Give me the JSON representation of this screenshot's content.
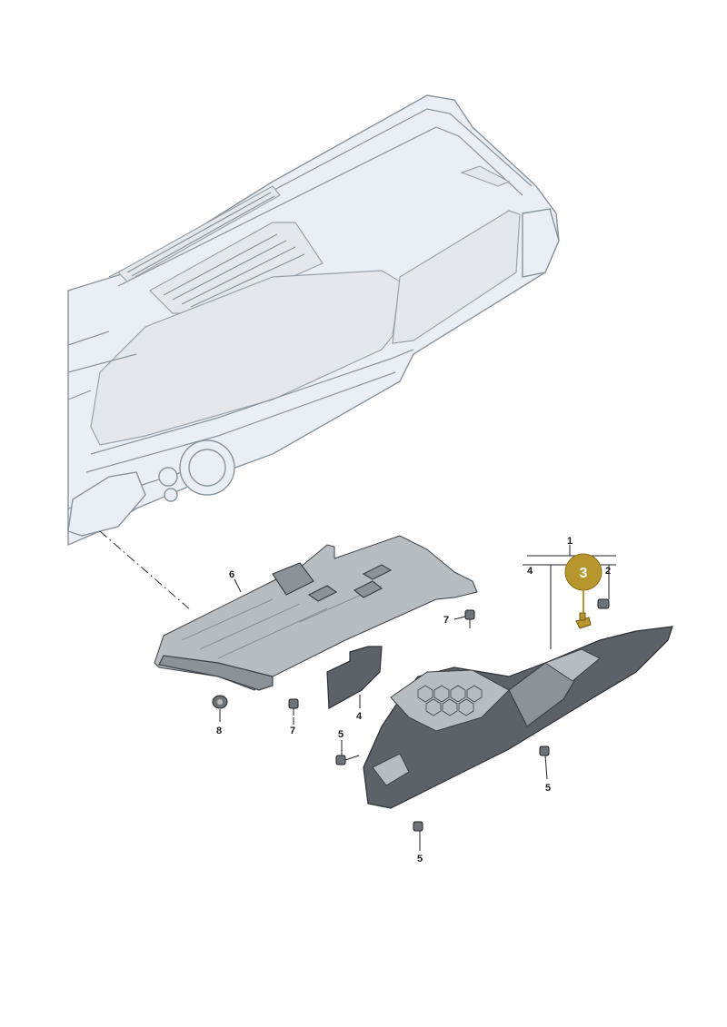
{
  "callouts": {
    "c1": "1",
    "c2": "2",
    "c3": "3",
    "c4a": "4",
    "c4b": "4",
    "c5a": "5",
    "c5b": "5",
    "c5c": "5",
    "c6": "6",
    "c7a": "7",
    "c7b": "7",
    "c8": "8"
  },
  "highlight": {
    "part_number": "3",
    "color": "#b8962e"
  },
  "colors": {
    "dashboard_fill": "#e9eff4",
    "dashboard_outline": "#8a949c",
    "part_dark": "#5c6268"
  }
}
